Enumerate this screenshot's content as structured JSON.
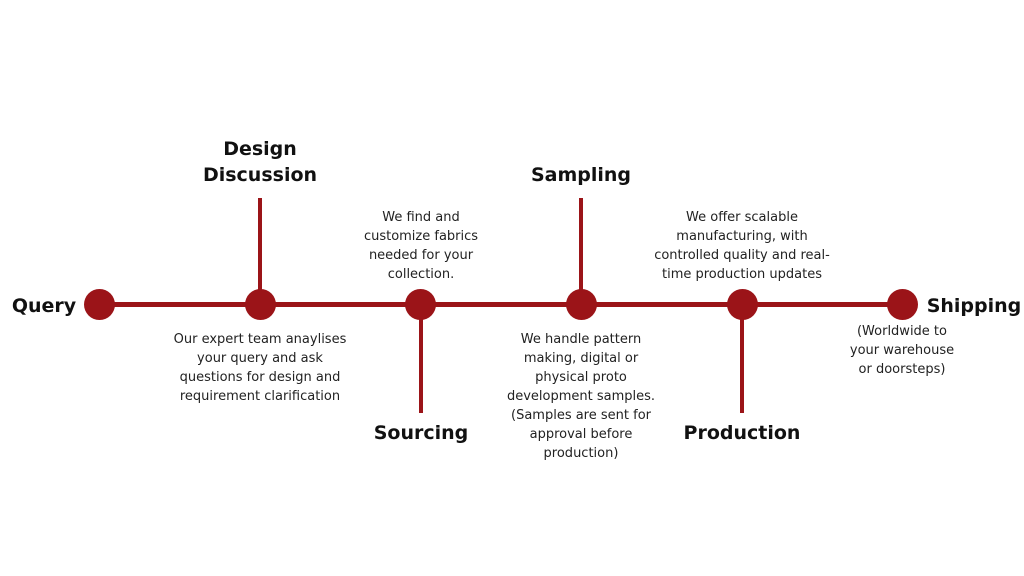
{
  "diagram": {
    "accent_color": "#9b1418",
    "steps": [
      {
        "title": "Query",
        "description": ""
      },
      {
        "title": "Design Discussion",
        "title_lines": [
          "Design",
          "Discussion"
        ],
        "description_lines": [
          "Our expert team anaylises",
          "your query and ask",
          "questions for design and",
          "requirement clarification"
        ]
      },
      {
        "title": "Sourcing",
        "description_lines": [
          "We find and",
          "customize fabrics",
          "needed for your",
          "collection."
        ]
      },
      {
        "title": "Sampling",
        "description_lines": [
          "We handle pattern",
          "making, digital or",
          "physical proto",
          "development samples.",
          "(Samples are sent for",
          "approval before",
          "production)"
        ]
      },
      {
        "title": "Production",
        "description_lines": [
          "We offer scalable",
          "manufacturing, with",
          "controlled quality and real-",
          "time production updates"
        ]
      },
      {
        "title": "Shipping",
        "description_lines": [
          "(Worldwide to",
          "your warehouse",
          "or doorsteps)"
        ]
      }
    ]
  }
}
